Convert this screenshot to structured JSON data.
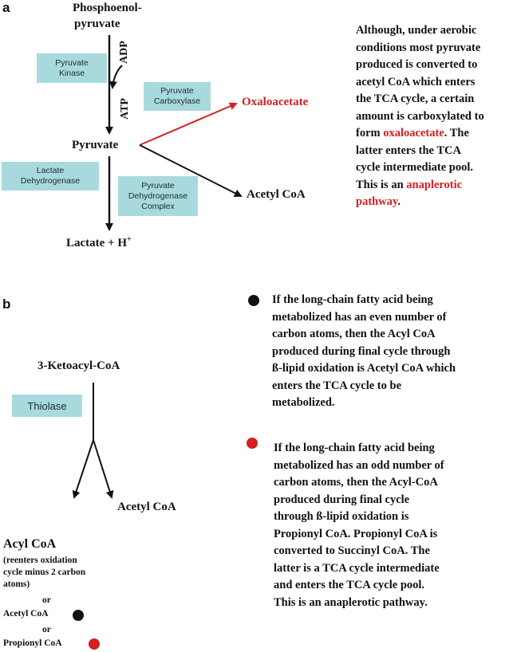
{
  "panel_a": {
    "label": "a",
    "nodes": {
      "pep_line1": "Phosphoenol-",
      "pep_line2": "pyruvate",
      "pyruvate": "Pyruvate",
      "oxaloacetate": "Oxaloacetate",
      "acetyl_coa": "Acetyl CoA",
      "lactate": "Lactate + H",
      "lactate_sup": "+"
    },
    "cofactors": {
      "adp": "ADP",
      "atp": "ATP"
    },
    "enzymes": {
      "pyruvate_kinase": [
        "Pyruvate",
        "Kinase"
      ],
      "pyruvate_carboxylase": [
        "Pyruvate",
        "Carboxylase"
      ],
      "lactate_dehydrogenase": [
        "Lactate",
        "Dehydrogenase"
      ],
      "pdh_complex": [
        "Pyruvate",
        "Dehydrogenase",
        "Complex"
      ]
    },
    "text": {
      "lines": [
        "Although, under aerobic",
        "conditions most pyruvate",
        "produced is converted to",
        "acetyl CoA which enters",
        "the TCA cycle, a certain",
        "amount is carboxylated to"
      ],
      "line7_pre": "form ",
      "line7_red": "oxaloacetate",
      "line7_post": ". The",
      "line8": "latter enters the TCA",
      "line9": "cycle intermediate pool.",
      "line10_pre": "This is an ",
      "line10_red": "anaplerotic",
      "line11_red": "pathway",
      "line11_post": "."
    }
  },
  "panel_b": {
    "label": "b",
    "nodes": {
      "ketoacyl": "3-Ketoacyl-CoA",
      "thiolase": "Thiolase",
      "acetyl_coa": "Acetyl CoA",
      "acyl_coa": "Acyl CoA",
      "acyl_note": [
        "(reenters oxidation",
        "cycle minus 2 carbon",
        "atoms)"
      ],
      "or1": "or",
      "acetyl_small": "Acetyl CoA",
      "or2": "or",
      "propionyl_small": "Propionyl CoA"
    },
    "even_text": [
      "If the long-chain fatty acid being",
      "metabolized has an even number of",
      "carbon atoms, then the Acyl CoA",
      "produced during final cycle through",
      "ß-lipid oxidation is Acetyl CoA which",
      "enters the TCA cycle to be",
      "metabolized."
    ],
    "odd_text": [
      "If the long-chain fatty acid being",
      "metabolized has an odd number of",
      "carbon atoms, then the Acyl-CoA",
      "produced during final cycle",
      "through ß-lipid oxidation is",
      "Propionyl CoA. Propionyl CoA is",
      "converted to Succinyl CoA. The",
      "latter is a TCA cycle intermediate",
      "and enters the TCA cycle pool.",
      "This is an  anaplerotic pathway."
    ]
  },
  "colors": {
    "enzyme_box": "#a8dadd",
    "red": "#d42020",
    "black": "#111111"
  }
}
